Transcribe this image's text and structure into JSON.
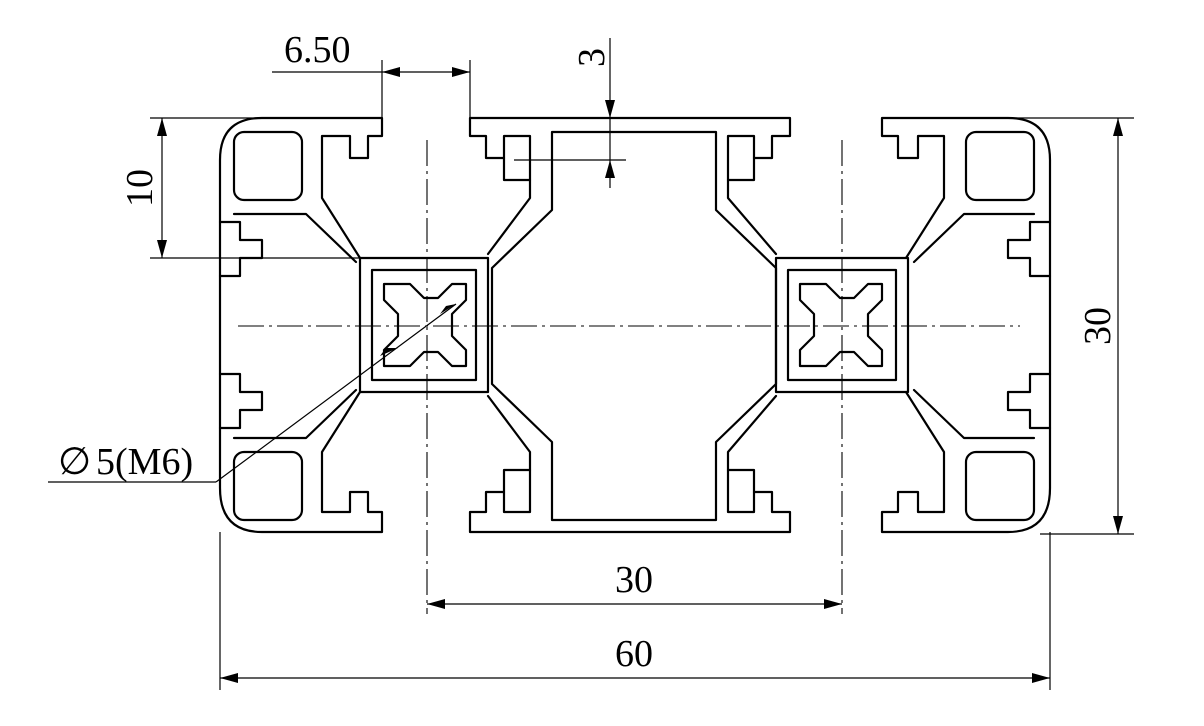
{
  "dimensions": {
    "slot_opening": "6.50",
    "wall_thickness": "3",
    "slot_depth": "10",
    "height": "30",
    "center_spacing": "30",
    "width": "60",
    "core_hole": "5(M6)",
    "diameter_symbol": "∅"
  }
}
